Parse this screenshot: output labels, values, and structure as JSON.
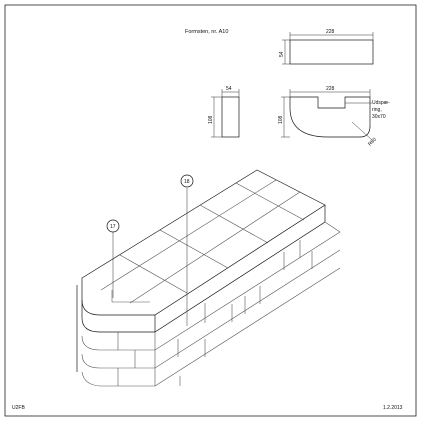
{
  "header": {
    "title": "Formsten, nr. A10"
  },
  "dimensions": {
    "top_view_length": "228",
    "top_view_height": "54",
    "end_view_width": "54",
    "end_view_height": "108",
    "side_view_length": "228",
    "side_view_height": "108",
    "radius": "R80"
  },
  "notch_note": [
    "Udspæ-",
    "ring,",
    "30x70"
  ],
  "callouts": {
    "a": "17",
    "b": "18"
  },
  "footer": {
    "code": "U2FB",
    "date": "1.2.2013"
  }
}
